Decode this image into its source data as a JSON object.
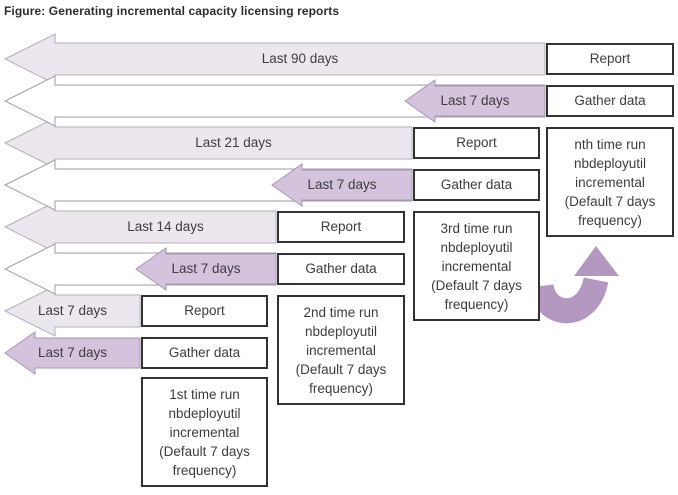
{
  "title": "Figure: Generating incremental capacity licensing reports",
  "colors": {
    "light_arrow": "#ece7ef",
    "white_arrow": "#ffffff",
    "dark_arrow": "#d4c3dd",
    "curved_arrow": "#b497c0",
    "box_border": "#323232",
    "text": "#3d3d3d"
  },
  "timeline_rows": [
    {
      "period": "Last 90 days",
      "action": "Report"
    },
    {
      "period": "Last 7 days",
      "action": "Gather data"
    },
    {
      "period": "Last 21 days",
      "action": "Report"
    },
    {
      "period": "Last 7 days",
      "action": "Gather data"
    },
    {
      "period": "Last 14 days",
      "action": "Report"
    },
    {
      "period": "Last 7 days",
      "action": "Gather data"
    },
    {
      "period": "Last 7 days",
      "action": "Report"
    },
    {
      "period": "Last 7 days",
      "action": "Gather data"
    }
  ],
  "runs": [
    {
      "lines": [
        "1st time run",
        "nbdeployutil",
        "incremental",
        "(Default 7 days",
        "frequency)"
      ]
    },
    {
      "lines": [
        "2nd time run",
        "nbdeployutil",
        "incremental",
        "(Default 7 days",
        "frequency)"
      ]
    },
    {
      "lines": [
        "3rd time run",
        "nbdeployutil",
        "incremental",
        "(Default 7 days",
        "frequency)"
      ]
    },
    {
      "lines": [
        "nth time run",
        "nbdeployutil",
        "incremental",
        "(Default 7 days",
        "frequency)"
      ]
    }
  ]
}
